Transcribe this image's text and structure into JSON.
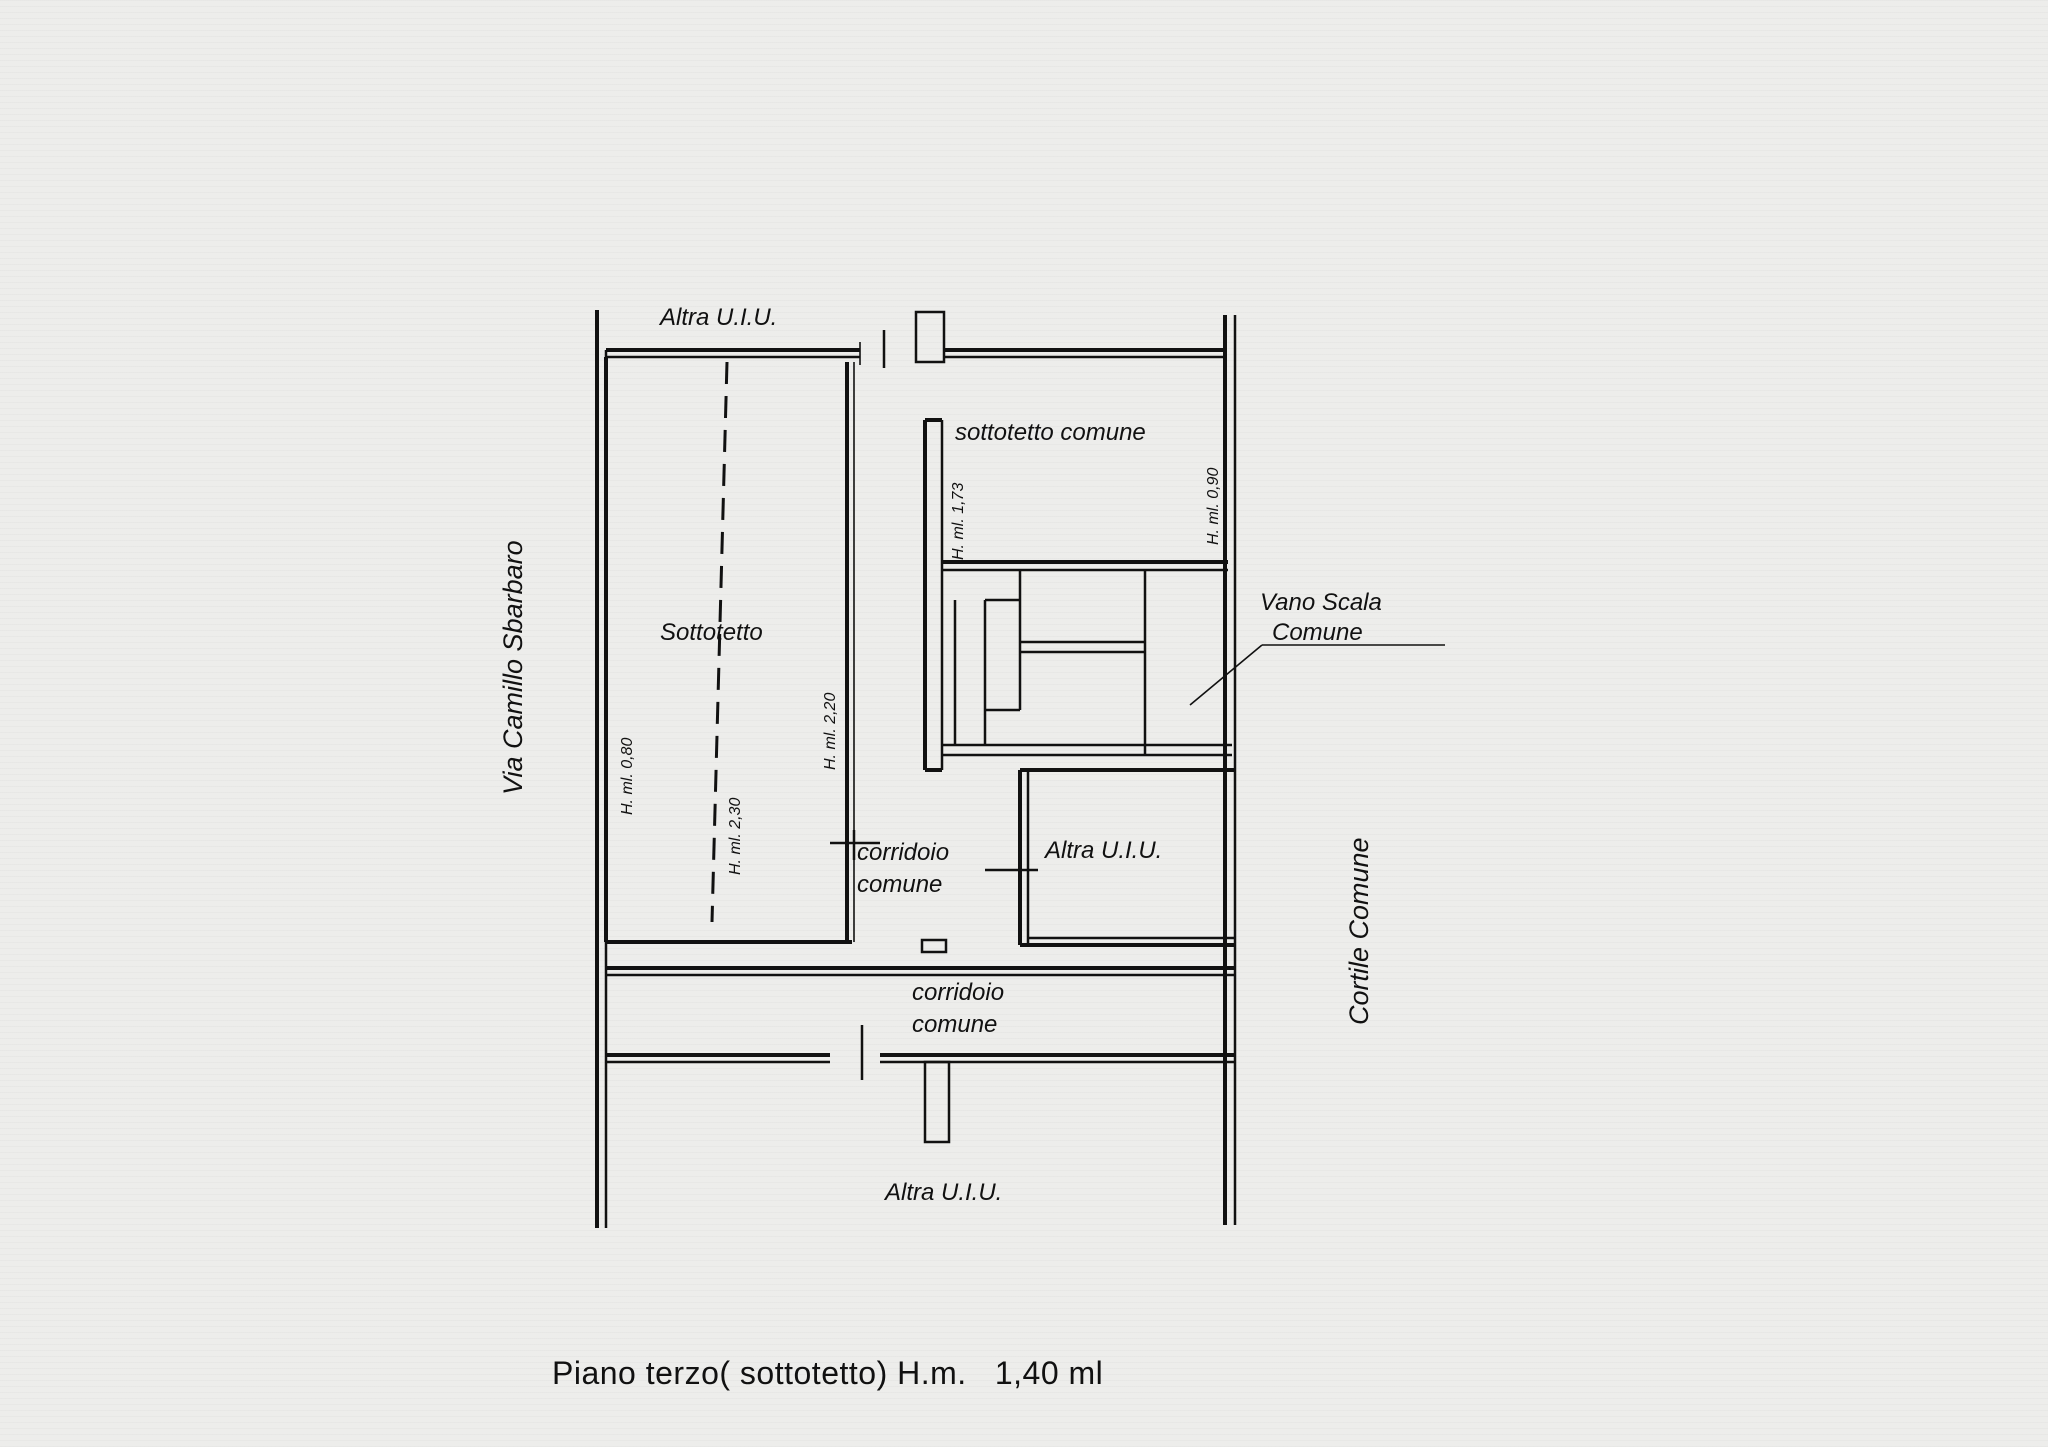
{
  "labels": {
    "altra_top": "Altra U.I.U.",
    "altra_mid": "Altra U.I.U.",
    "altra_bottom": "Altra U.I.U.",
    "sottotetto_comune": "sottotetto comune",
    "sottotetto": "Sottotetto",
    "vano_scala_1": "Vano Scala",
    "vano_scala_2": "Comune",
    "corridoio1_1": "corridoio",
    "corridoio1_2": "comune",
    "corridoio2_1": "corridoio",
    "corridoio2_2": "comune",
    "street_left": "Via Camillo Sbarbaro",
    "court_right": "Cortile Comune"
  },
  "heights": {
    "h_080": "H. ml. 0,80",
    "h_230": "H. ml. 2,30",
    "h_220": "H. ml. 2,20",
    "h_173": "H. ml. 1,73",
    "h_090": "H. ml. 0,90"
  },
  "caption": "Piano terzo( sottotetto) H.m.   1,40 ml"
}
